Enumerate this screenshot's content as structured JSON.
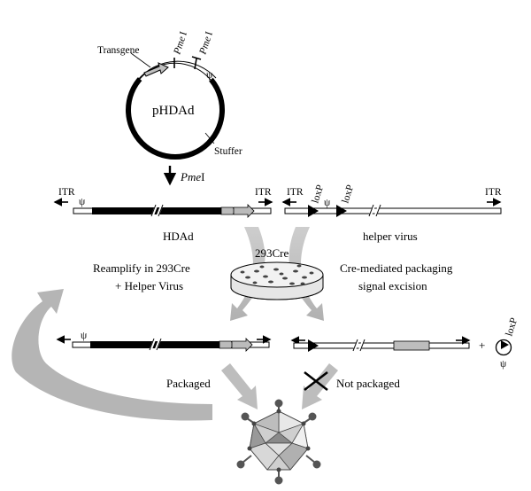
{
  "plasmid": {
    "name": "pHDAd",
    "transgene": "Transgene",
    "stuffer": "Stuffer",
    "pme1": "Pme",
    "pme1_suffix": "I",
    "pme2": "Pme",
    "pme2_suffix": "I",
    "psi": "ψ"
  },
  "digest": {
    "enzyme": "Pme",
    "enzyme_suffix": "I"
  },
  "hdad": {
    "itr_left": "ITR",
    "itr_right": "ITR",
    "psi": "ψ",
    "label": "HDAd"
  },
  "helper": {
    "itr_left": "ITR",
    "itr_right": "ITR",
    "loxp1": "loxP",
    "loxp2": "loxP",
    "psi": "ψ",
    "label": "helper virus"
  },
  "center": {
    "cell_line": "293Cre",
    "reamplify_line1": "Reamplify in 293Cre",
    "reamplify_line2": "+ Helper Virus",
    "cre_line1": "Cre-mediated packaging",
    "cre_line2": "signal excision"
  },
  "products": {
    "plus": "+",
    "loxp": "loxP",
    "psi": "ψ",
    "psi_left": "ψ"
  },
  "outcome": {
    "packaged": "Packaged",
    "not_packaged": "Not packaged"
  }
}
